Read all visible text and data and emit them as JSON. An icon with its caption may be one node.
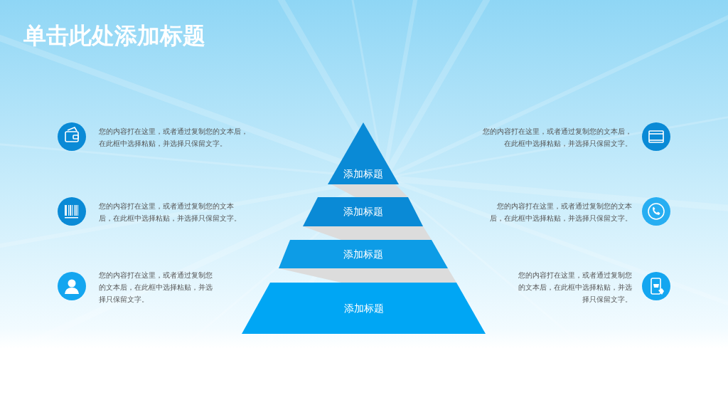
{
  "diagram": {
    "title": "单击此处添加标题",
    "nodes": [
      {
        "text": [
          "添加标题"
        ]
      },
      {
        "text": [
          "添加标题"
        ]
      },
      {
        "text": [
          "添加标题"
        ]
      },
      {
        "text": [
          "添加标题"
        ]
      }
    ],
    "labels": [
      "您的内容打在这里，或者通过复制您的文本后，在此框中选择粘贴，并选择只保留文字。",
      "您的内容打在这里，或者通过复制您的文本后，在此框中选择粘贴，并选择只保留文字。",
      "您的内容打在这里，或者通过复制您的文本后，在此框中选择粘贴，并选择只保留文字。",
      "您的内容打在这里，或者通过复制您的文本后，在此框中选择粘贴，并选择只保留文字。",
      "您的内容打在这里，或者通过复制您的文本后，在此框中选择粘贴，并选择只保留文字。",
      "您的内容打在这里，或者通过复制您的文本后，在此框中选择粘贴，并选择只保留文字。"
    ]
  }
}
